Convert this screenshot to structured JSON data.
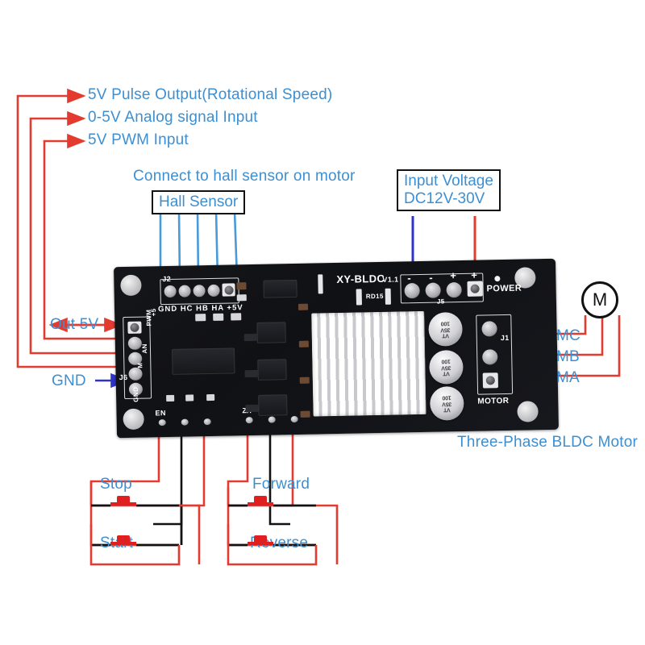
{
  "diagram": {
    "title_labels": {
      "pulse_output": "5V Pulse Output(Rotational Speed)",
      "analog_input": "0-5V Analog signal Input",
      "pwm_input": "5V PWM Input",
      "hall_note": "Connect to hall sensor on motor",
      "hall_box": "Hall Sensor",
      "input_voltage_line1": "Input Voltage",
      "input_voltage_line2": "DC12V-30V",
      "out_5v": "Out 5V",
      "gnd": "GND",
      "motor_caption": "Three-Phase BLDC Motor",
      "motor_symbol": "M"
    },
    "motor_phases": [
      "MC",
      "MB",
      "MA"
    ],
    "switches": [
      {
        "name": "Stop"
      },
      {
        "name": "Start"
      },
      {
        "name": "Forward"
      },
      {
        "name": "Reverse"
      }
    ],
    "colors": {
      "label_blue": "#3d8fd1",
      "wire_red": "#e33b30",
      "wire_blue": "#2f34c9",
      "wire_black": "#111111",
      "hall_line_blue": "#4a9ad8",
      "board_black": "#15161a"
    }
  },
  "board": {
    "silkscreen": {
      "part_number": "XY-BLDC",
      "version": "V1.1",
      "resistor_ref": "RD15",
      "power": "POWER",
      "motor": "MOTOR",
      "j1": "J1",
      "j2": "J2",
      "j5": "J5",
      "j6": "J6",
      "en": "EN",
      "zf": "Z/F",
      "j2_pins": "GND HC HB HA +5V",
      "j5_pins": [
        "-",
        "-",
        "+",
        "+"
      ],
      "j6_pins": [
        "+5",
        "PWM",
        "AN",
        "M",
        "GND"
      ],
      "j1_pins": [
        "MC",
        "MB",
        "MA"
      ]
    },
    "capacitors": [
      {
        "value": "100",
        "voltage": "35V",
        "series": "VT"
      },
      {
        "value": "100",
        "voltage": "35V",
        "series": "VT"
      },
      {
        "value": "100",
        "voltage": "35V",
        "series": "VT"
      }
    ]
  }
}
